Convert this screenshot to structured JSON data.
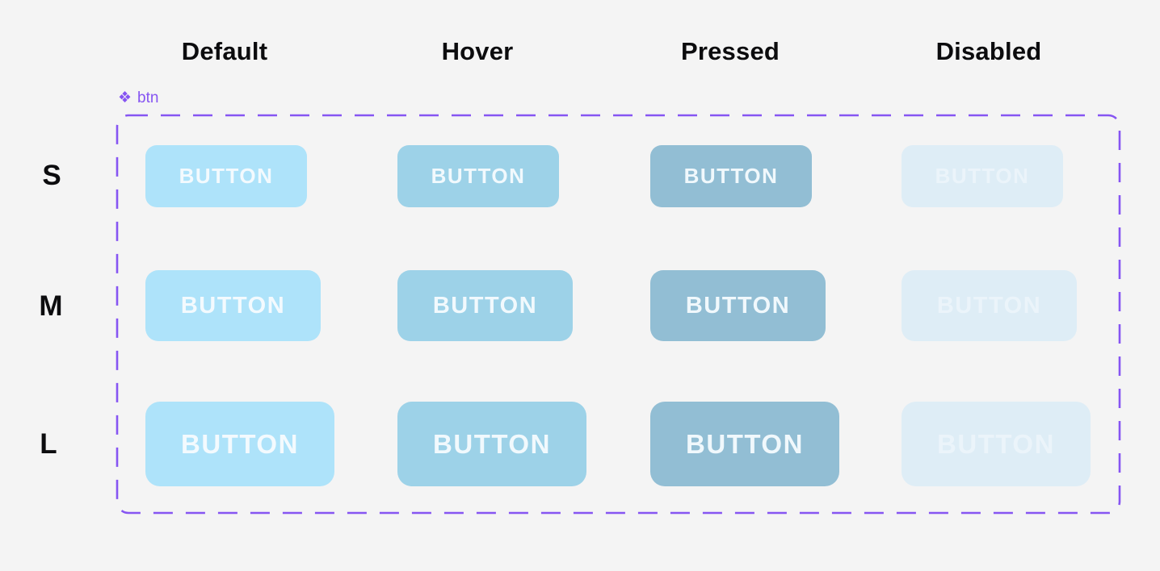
{
  "canvas": {
    "background": "#F4F4F4",
    "heading_color": "#0C0C0E"
  },
  "button_label": "BUTTON",
  "component_set": {
    "name": "btn",
    "accent_color": "#8655F2",
    "icon": "component-set-icon",
    "icon_glyph": "❖"
  },
  "columns": [
    {
      "id": "default",
      "label": "Default",
      "button_bg": "#AEE3FA",
      "text_color": "#F3FAFE"
    },
    {
      "id": "hover",
      "label": "Hover",
      "button_bg": "#9DD2E8",
      "text_color": "#F1F9FD"
    },
    {
      "id": "pressed",
      "label": "Pressed",
      "button_bg": "#92BED4",
      "text_color": "#F0F8FC"
    },
    {
      "id": "disabled",
      "label": "Disabled",
      "button_bg": "#DEEDF6",
      "text_color": "#EBF4FA"
    }
  ],
  "rows": [
    {
      "id": "s",
      "label": "S"
    },
    {
      "id": "m",
      "label": "M"
    },
    {
      "id": "l",
      "label": "L"
    }
  ]
}
